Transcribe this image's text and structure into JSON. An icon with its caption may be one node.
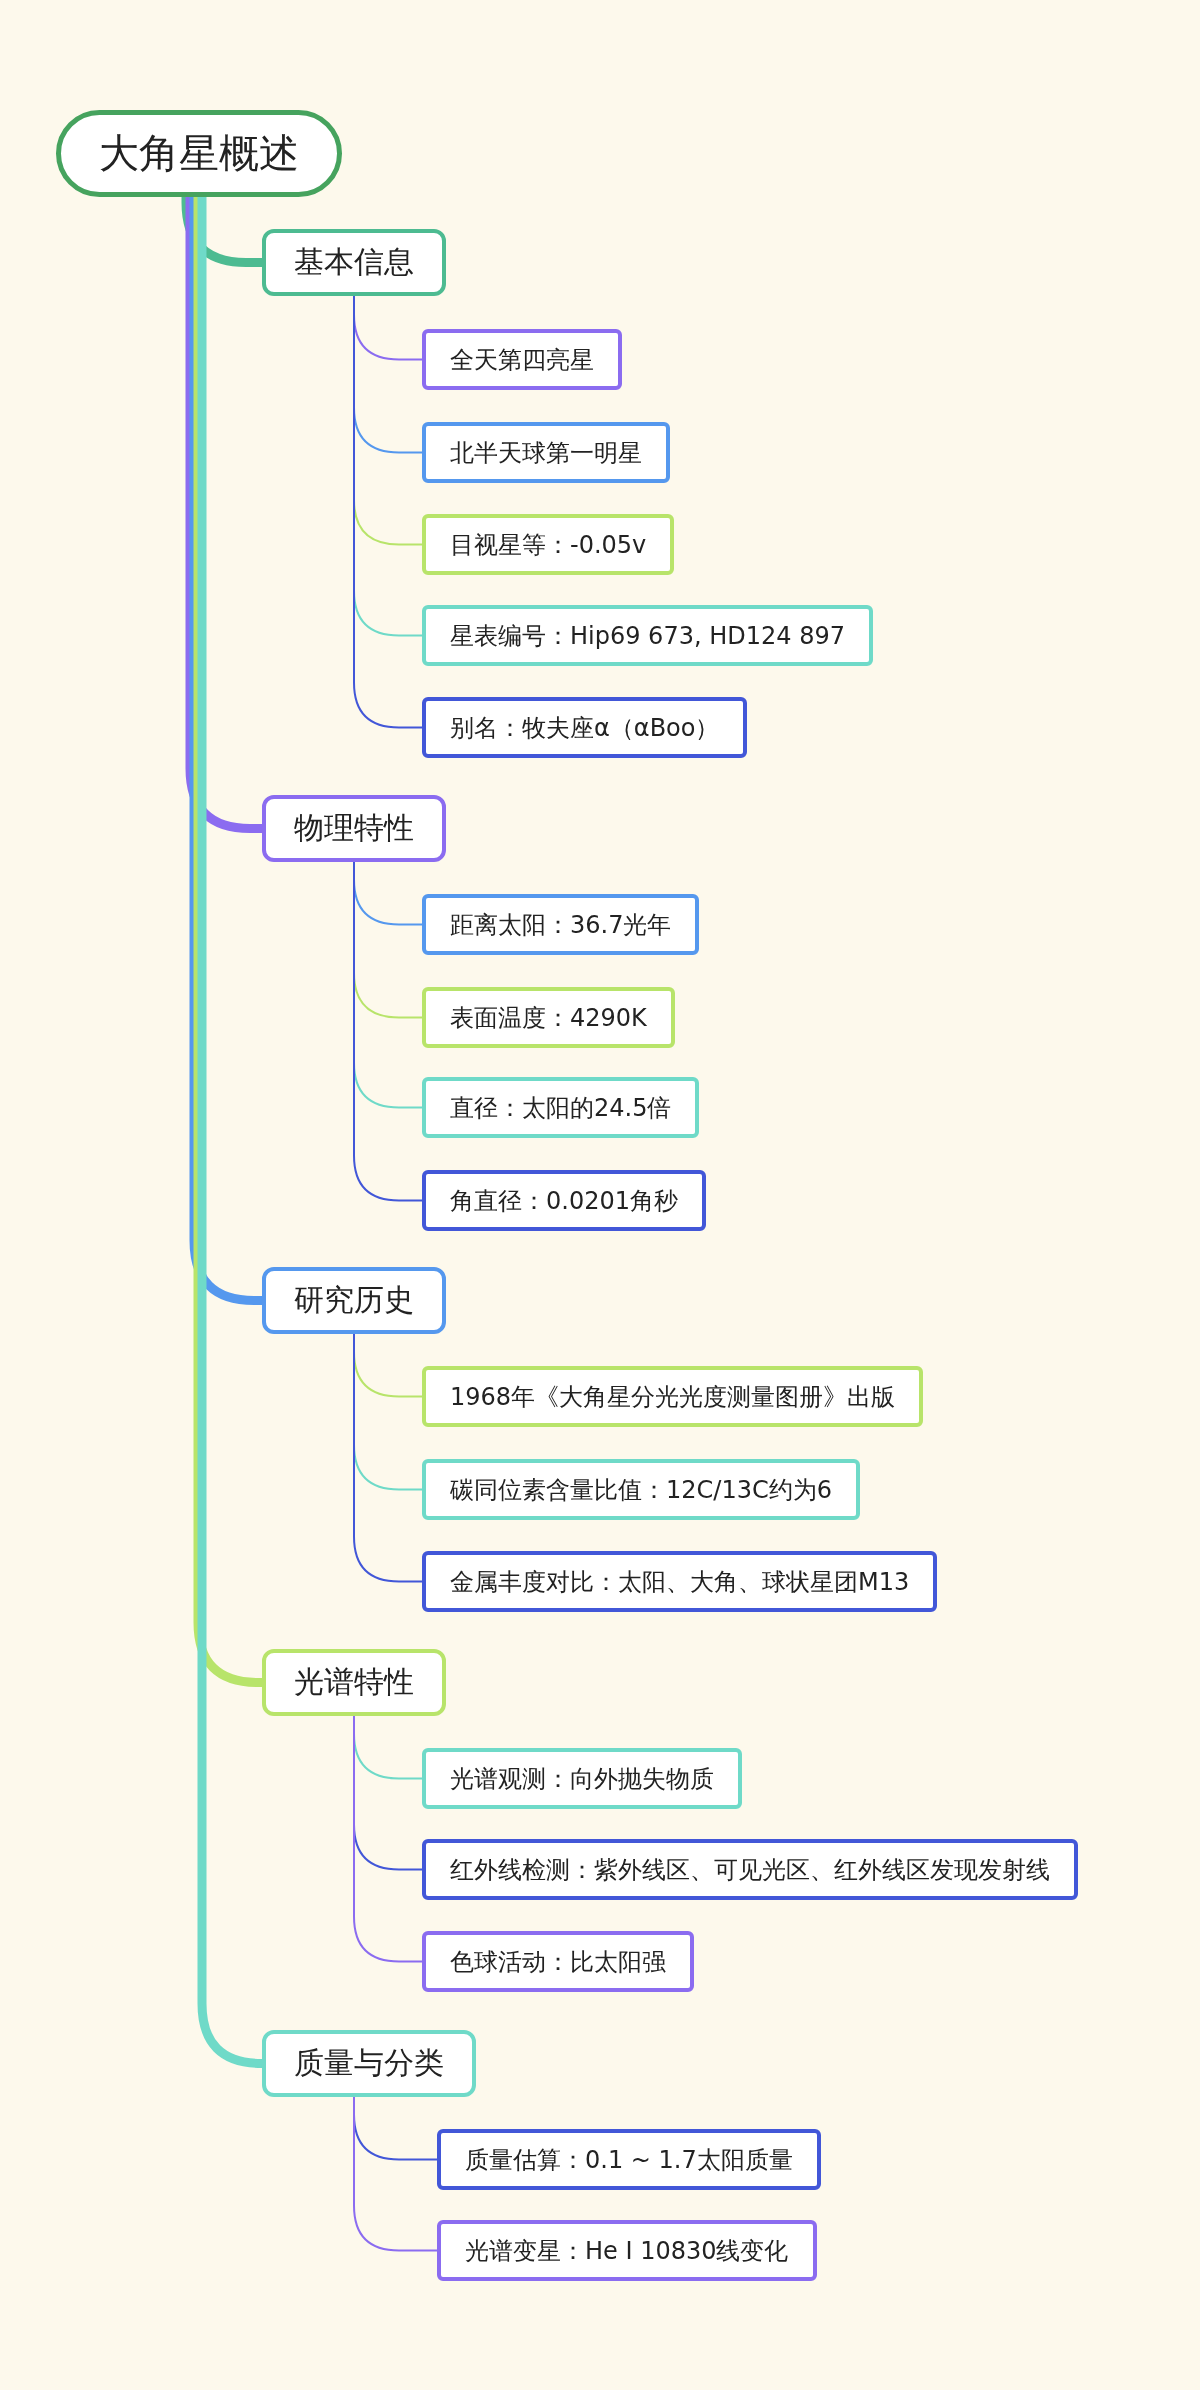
{
  "diagram": {
    "nodes": [
      {
        "text": [
          "大角星概述"
        ]
      },
      {
        "text": [
          "基本信息"
        ]
      },
      {
        "text": [
          "全天第四亮星"
        ]
      },
      {
        "text": [
          "北半天球第一明星"
        ]
      },
      {
        "text": [
          "目视星等：-0.05v"
        ]
      },
      {
        "text": [
          "星表编号：Hip69 673, HD124 897"
        ]
      },
      {
        "text": [
          "别名：牧夫座α（αBoo）"
        ]
      },
      {
        "text": [
          "物理特性"
        ]
      },
      {
        "text": [
          "距离太阳：36.7光年"
        ]
      },
      {
        "text": [
          "表面温度：4290K"
        ]
      },
      {
        "text": [
          "直径：太阳的24.5倍"
        ]
      },
      {
        "text": [
          "角直径：0.0201角秒"
        ]
      },
      {
        "text": [
          "研究历史"
        ]
      },
      {
        "text": [
          "1968年《大角星分光光度测量图册》出版"
        ]
      },
      {
        "text": [
          "碳同位素含量比值：12C/13C约为6"
        ]
      },
      {
        "text": [
          "金属丰度对比：太阳、大角、球状星团M13"
        ]
      },
      {
        "text": [
          "光谱特性"
        ]
      },
      {
        "text": [
          "光谱观测：向外抛失物质"
        ]
      },
      {
        "text": [
          "红外线检测：紫外线区、可见光区、红外线区发现发射线"
        ]
      },
      {
        "text": [
          "色球活动：比太阳强"
        ]
      },
      {
        "text": [
          "质量与分类"
        ]
      },
      {
        "text": [
          "质量估算：0.1 ~ 1.7太阳质量"
        ]
      },
      {
        "text": [
          "光谱变星：He I 10830线变化"
        ]
      }
    ],
    "edges": [
      {
        "from": 0,
        "to": 1,
        "arrow": "none",
        "style": "thick",
        "color": "#4dbb91"
      },
      {
        "from": 1,
        "to": 2,
        "arrow": "none",
        "color": "#8b6cf0"
      },
      {
        "from": 1,
        "to": 3,
        "arrow": "none",
        "color": "#5598ee"
      },
      {
        "from": 1,
        "to": 4,
        "arrow": "none",
        "color": "#b8e46a"
      },
      {
        "from": 1,
        "to": 5,
        "arrow": "none",
        "color": "#6fdac8"
      },
      {
        "from": 1,
        "to": 6,
        "arrow": "none",
        "color": "#4257d8"
      },
      {
        "from": 0,
        "to": 7,
        "arrow": "none",
        "style": "thick",
        "color": "#8b6cf0"
      },
      {
        "from": 7,
        "to": 8,
        "arrow": "none",
        "color": "#5598ee"
      },
      {
        "from": 7,
        "to": 9,
        "arrow": "none",
        "color": "#b8e46a"
      },
      {
        "from": 7,
        "to": 10,
        "arrow": "none",
        "color": "#6fdac8"
      },
      {
        "from": 7,
        "to": 11,
        "arrow": "none",
        "color": "#4257d8"
      },
      {
        "from": 0,
        "to": 12,
        "arrow": "none",
        "style": "thick",
        "color": "#5598ee"
      },
      {
        "from": 12,
        "to": 13,
        "arrow": "none",
        "color": "#b8e46a"
      },
      {
        "from": 12,
        "to": 14,
        "arrow": "none",
        "color": "#6fdac8"
      },
      {
        "from": 12,
        "to": 15,
        "arrow": "none",
        "color": "#4257d8"
      },
      {
        "from": 0,
        "to": 16,
        "arrow": "none",
        "style": "thick",
        "color": "#b8e46a"
      },
      {
        "from": 16,
        "to": 17,
        "arrow": "none",
        "color": "#6fdac8"
      },
      {
        "from": 16,
        "to": 18,
        "arrow": "none",
        "color": "#4257d8"
      },
      {
        "from": 16,
        "to": 19,
        "arrow": "none",
        "color": "#8b6cf0"
      },
      {
        "from": 0,
        "to": 20,
        "arrow": "none",
        "style": "thick",
        "color": "#6fdac8"
      },
      {
        "from": 20,
        "to": 21,
        "arrow": "none",
        "color": "#4257d8"
      },
      {
        "from": 20,
        "to": 22,
        "arrow": "none",
        "color": "#8b6cf0"
      }
    ]
  }
}
